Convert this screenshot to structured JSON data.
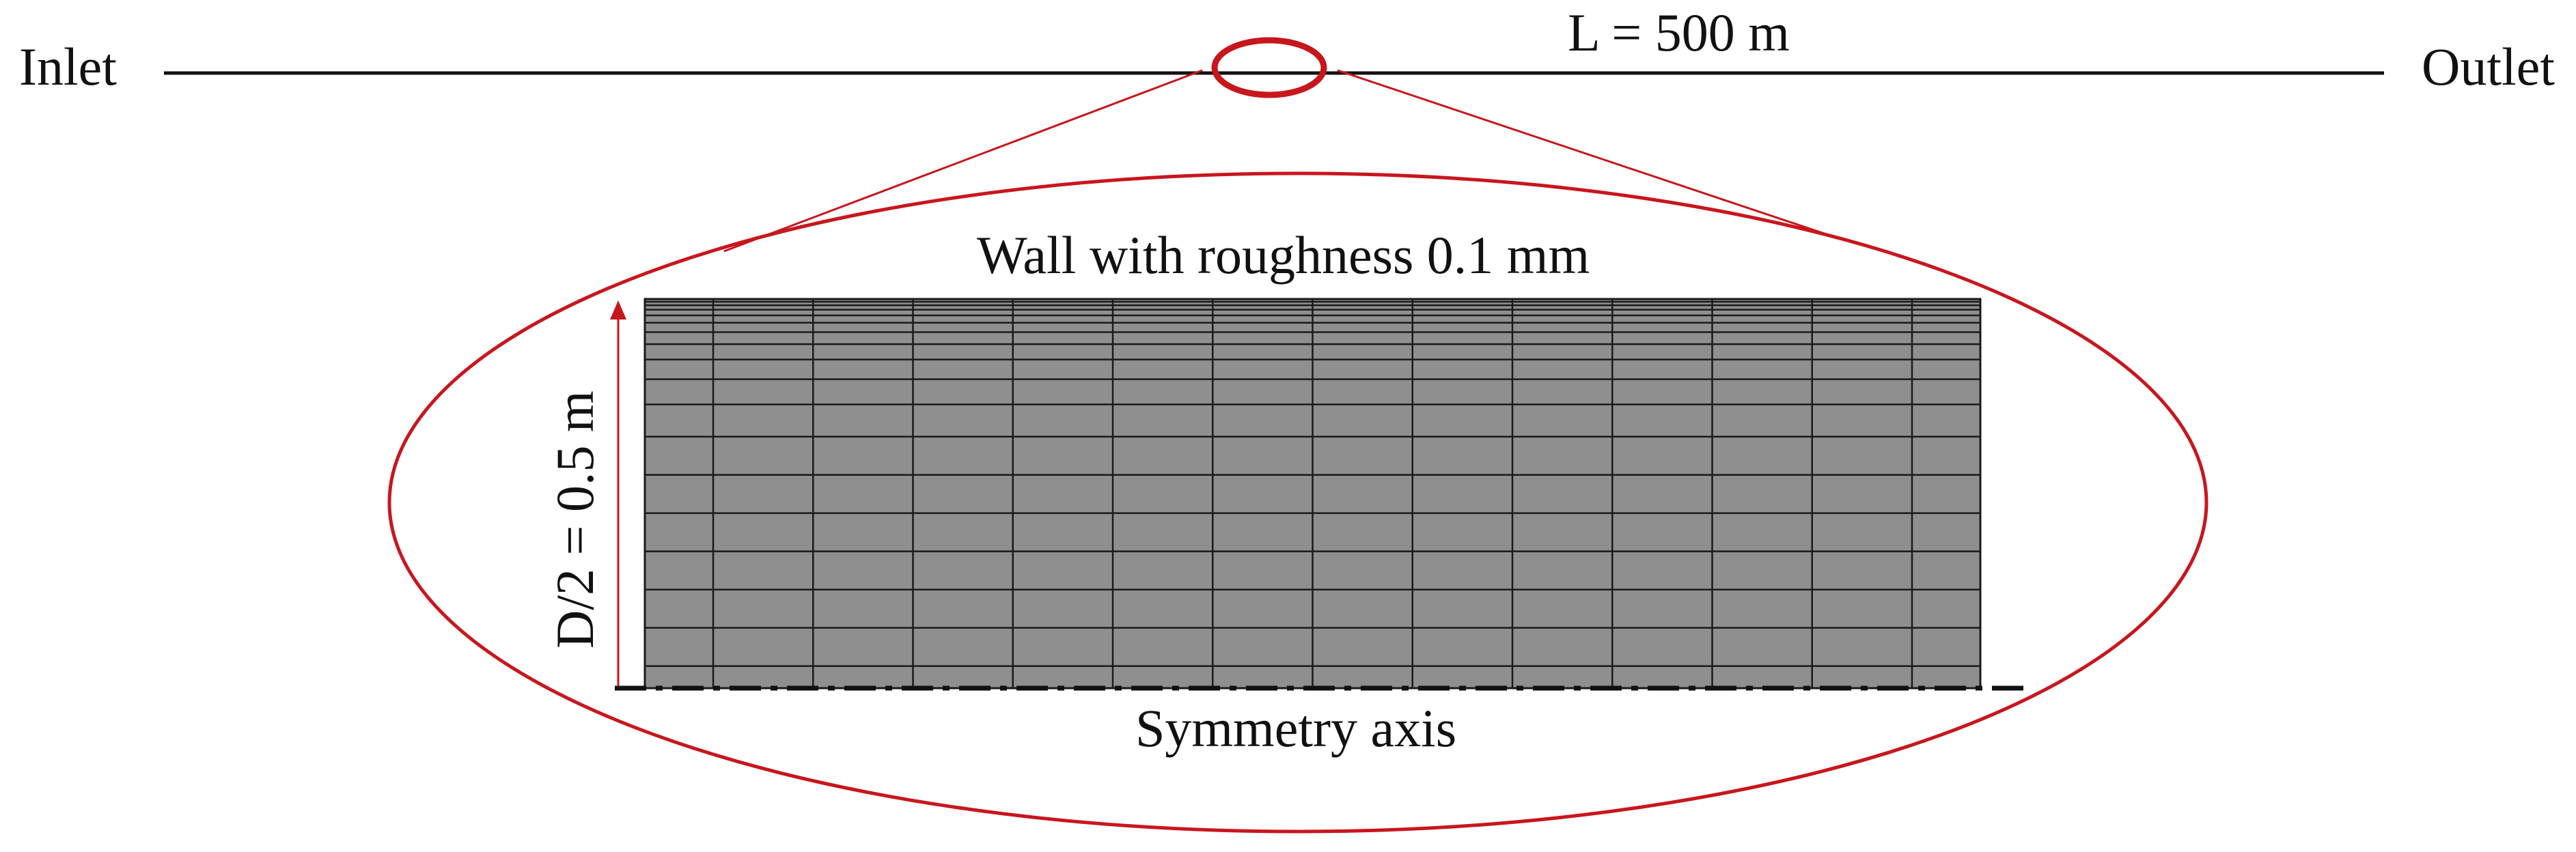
{
  "labels": {
    "inlet": "Inlet",
    "outlet": "Outlet",
    "length": "L = 500 m",
    "wall": "Wall with roughness 0.1 mm",
    "radius": "D/2 = 0.5 m",
    "axis": "Symmetry axis"
  },
  "mesh": {
    "column_count": 14,
    "row_spacing_description": "rows graded finer toward the wall"
  },
  "colors": {
    "line": "#111111",
    "highlight": "#c8161d",
    "mesh_fill": "#8f8f8f",
    "mesh_line": "#1a1a1a"
  }
}
